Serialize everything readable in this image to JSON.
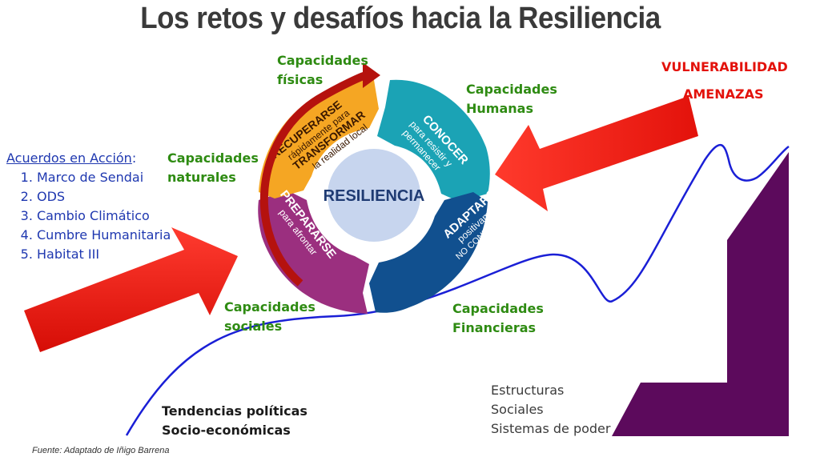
{
  "title": "Los retos y desafíos hacia la Resiliencia",
  "cycle": {
    "center": "RESILIENCIA",
    "segments": [
      {
        "title": "RECUPERARSE",
        "line2": "rápidamente para",
        "line3": "TRANSFORMAR",
        "line4": "la realidad local",
        "color": "#f5a623"
      },
      {
        "title": "CONOCER",
        "line2": "para resistir y",
        "line3": "permanecer",
        "color": "#1ba3b5"
      },
      {
        "title": "ADAPTARSE",
        "line2": "positivamente",
        "line3": "NO CONFORMARSE",
        "color": "#11508f"
      },
      {
        "title": "PREPARARSE",
        "line2": "para afrontar",
        "color": "#9b2f7f"
      }
    ]
  },
  "capacities": {
    "fisicas": "Capacidades físicas",
    "humanas": "Capacidades Humanas",
    "naturales": "Capacidades naturales",
    "sociales": "Capacidades sociales",
    "financieras": "Capacidades Financieras"
  },
  "threats": {
    "vulnerability": "VULNERABILIDAD",
    "threats": "AMENAZAS"
  },
  "agreements": {
    "heading": "Acuerdos en Acción",
    "items": [
      "Marco de Sendai",
      "ODS",
      "Cambio Climático",
      "Cumbre Humanitaria",
      "Habitat III"
    ]
  },
  "trends": {
    "line1": "Tendencias políticas",
    "line2": "Socio-económicas"
  },
  "structures": {
    "line1": "Estructuras",
    "line2": "Sociales",
    "line3": "Sistemas de poder"
  },
  "source": "Fuente: Adaptado de Iñigo Barrena",
  "colors": {
    "capacity_green": "#2e8b12",
    "threat_red": "#e3120b",
    "agreements_blue": "#1f38b0",
    "curve_blue": "#1a1fd6",
    "structure_purple": "#5c0a5c"
  }
}
